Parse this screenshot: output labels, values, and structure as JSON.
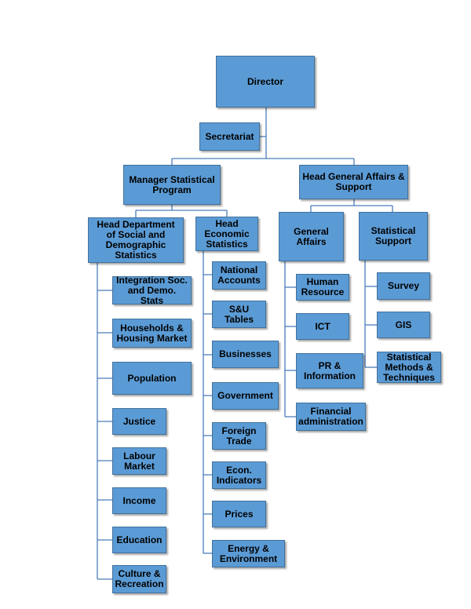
{
  "org_chart": {
    "director": "Director",
    "secretariat": "Secretariat",
    "manager_statistical_program": "Manager Statistical Program",
    "head_general_affairs_support": "Head General Affairs & Support",
    "head_social_demographic": "Head Department of Social and Demographic Statistics",
    "head_economic": "Head Economic Statistics",
    "general_affairs": "General Affairs",
    "statistical_support": "Statistical Support",
    "social_units": [
      "Integration Soc. and Demo. Stats",
      "Households & Housing Market",
      "Population",
      "Justice",
      "Labour Market",
      "Income",
      "Education",
      "Culture & Recreation"
    ],
    "economic_units": [
      "National Accounts",
      "S&U Tables",
      "Businesses",
      "Government",
      "Foreign Trade",
      "Econ. Indicators",
      "Prices",
      "Energy & Environment"
    ],
    "general_affairs_units": [
      "Human Resource",
      "ICT",
      "PR & Information",
      "Financial administration"
    ],
    "statistical_support_units": [
      "Survey",
      "GIS",
      "Statistical Methods & Techniques"
    ]
  },
  "colors": {
    "box_fill": "#5b9bd5",
    "box_border": "#41719c",
    "connector": "#4a7ebb",
    "text": "#000000"
  }
}
